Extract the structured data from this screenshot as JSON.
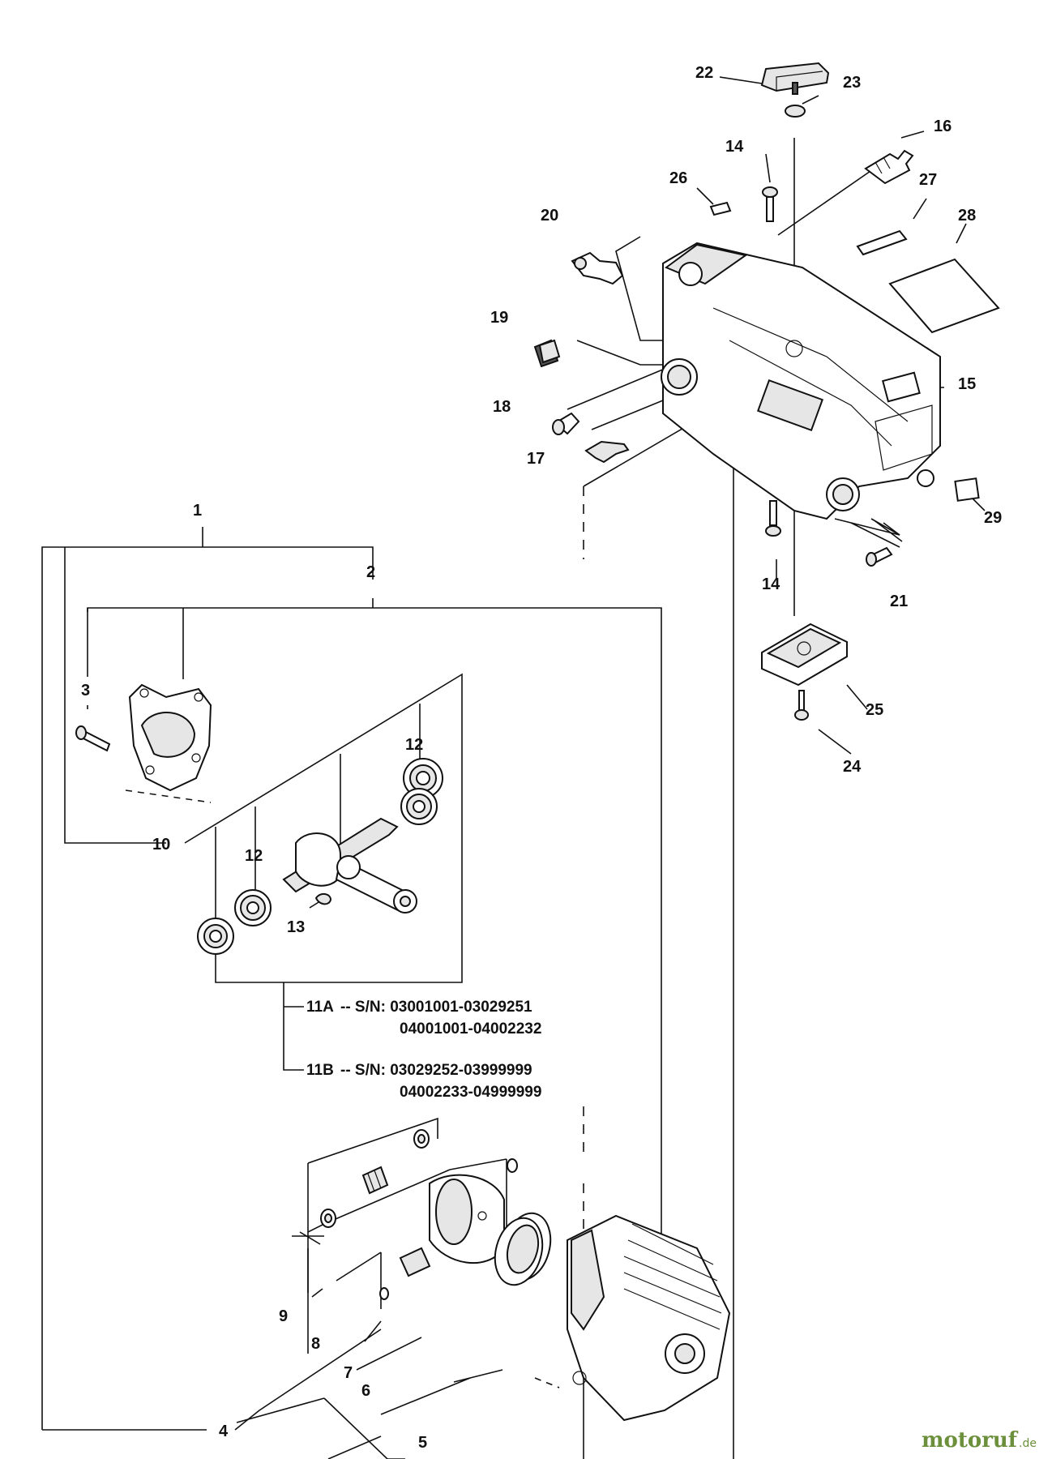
{
  "callouts": {
    "c1": "1",
    "c2": "2",
    "c3": "3",
    "c4": "4",
    "c5": "5",
    "c6": "6",
    "c7": "7",
    "c8": "8",
    "c9": "9",
    "c10": "10",
    "c12a": "12",
    "c12b": "12",
    "c13": "13",
    "c14a": "14",
    "c14b": "14",
    "c15": "15",
    "c16": "16",
    "c17": "17",
    "c18": "18",
    "c19": "19",
    "c20": "20",
    "c21": "21",
    "c22": "22",
    "c23": "23",
    "c24": "24",
    "c25": "25",
    "c26": "26",
    "c27": "27",
    "c28": "28",
    "c29": "29"
  },
  "serials": {
    "a_label": "11A",
    "a_line1": "-- S/N: 03001001-03029251",
    "a_line2": "04001001-04002232",
    "b_label": "11B",
    "b_line1": "-- S/N: 03029252-03999999",
    "b_line2": "04002233-04999999"
  },
  "watermark": {
    "brand": "motoruf",
    "suffix": ".de",
    "color": "#6b8f3a"
  }
}
